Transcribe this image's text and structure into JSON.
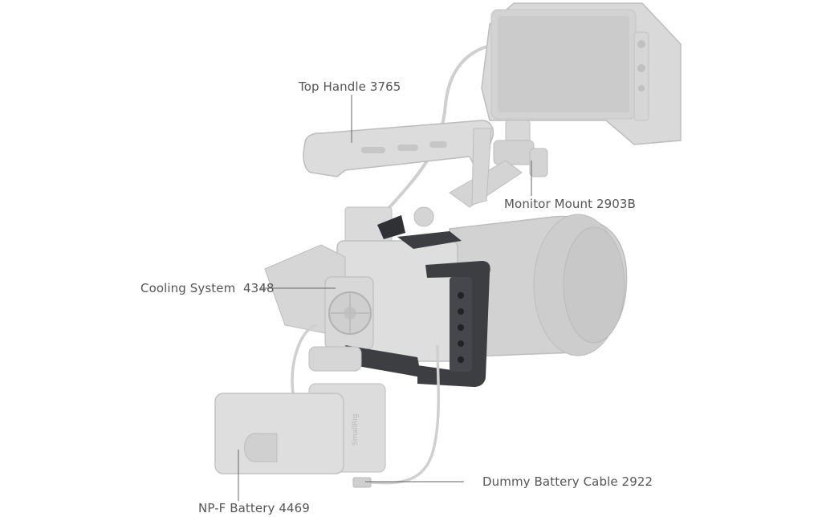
{
  "callouts": {
    "top_handle": "Top Handle 3765",
    "monitor_mount": "Monitor Mount 2903B",
    "cooling_system": "Cooling System  4348",
    "dummy_battery_cable": "Dummy Battery Cable 2922",
    "npf_battery": "NP-F Battery 4469"
  },
  "product_marks": {
    "battery_brand": "SmallRig"
  },
  "colors": {
    "accessory_gray": "#dadada",
    "accessory_outline": "#b9b9b9",
    "cage_dark": "#3c3e42",
    "label_text": "#555555",
    "leader_line": "#666666"
  }
}
